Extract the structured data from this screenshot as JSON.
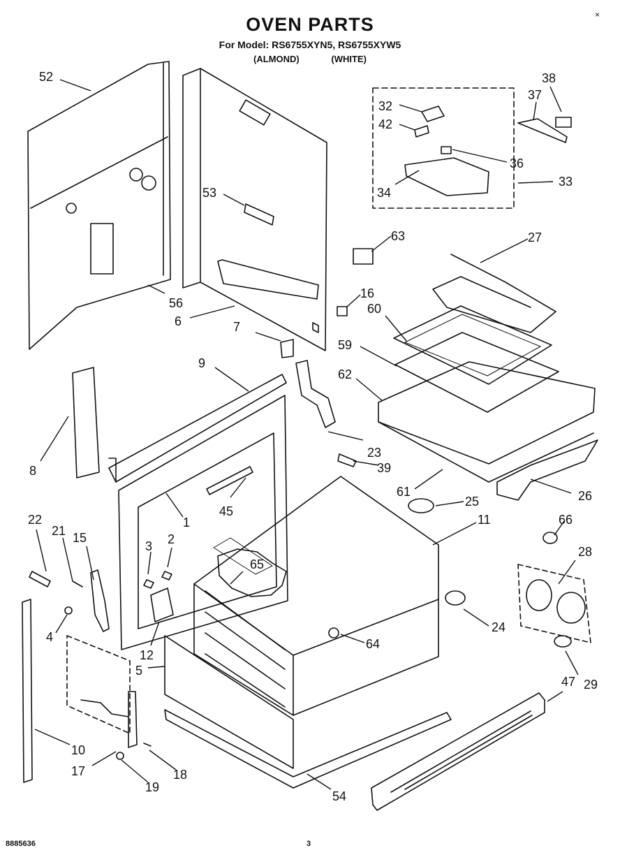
{
  "header": {
    "title": "OVEN PARTS",
    "model_line": "For Model: RS6755XYN5, RS6755XYW5",
    "variant_almond": "(ALMOND)",
    "variant_white": "(WHITE)"
  },
  "footer": {
    "doc_code": "8885636",
    "page_number": "3"
  },
  "corner_mark": "×",
  "callouts": [
    "52",
    "53",
    "56",
    "6",
    "7",
    "8",
    "9",
    "1",
    "45",
    "22",
    "21",
    "15",
    "3",
    "2",
    "4",
    "12",
    "5",
    "10",
    "17",
    "18",
    "19",
    "54",
    "32",
    "42",
    "36",
    "34",
    "33",
    "38",
    "37",
    "63",
    "27",
    "16",
    "60",
    "59",
    "62",
    "23",
    "39",
    "61",
    "26",
    "25",
    "11",
    "66",
    "28",
    "65",
    "24",
    "64",
    "29",
    "47"
  ]
}
